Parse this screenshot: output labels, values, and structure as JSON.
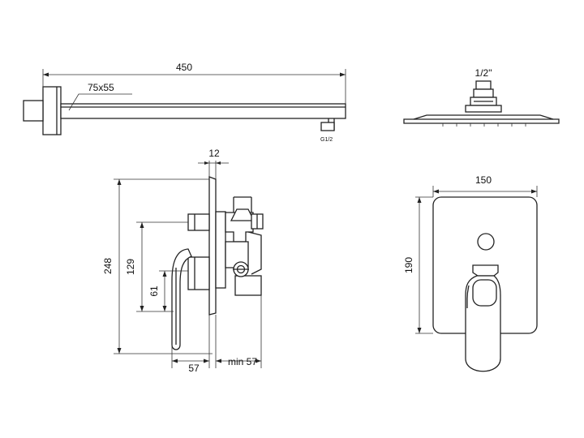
{
  "dimensions": {
    "arm_length": "450",
    "arm_section": "75x55",
    "arm_thread": "G1/2",
    "head_thread": "1/2\"",
    "plate_thickness": "12",
    "plate_height": "248",
    "lever_to_outlet": "129",
    "outlet_height": "61",
    "lever_depth": "57",
    "min_depth": "min 57",
    "cover_width": "150",
    "cover_height": "190"
  }
}
